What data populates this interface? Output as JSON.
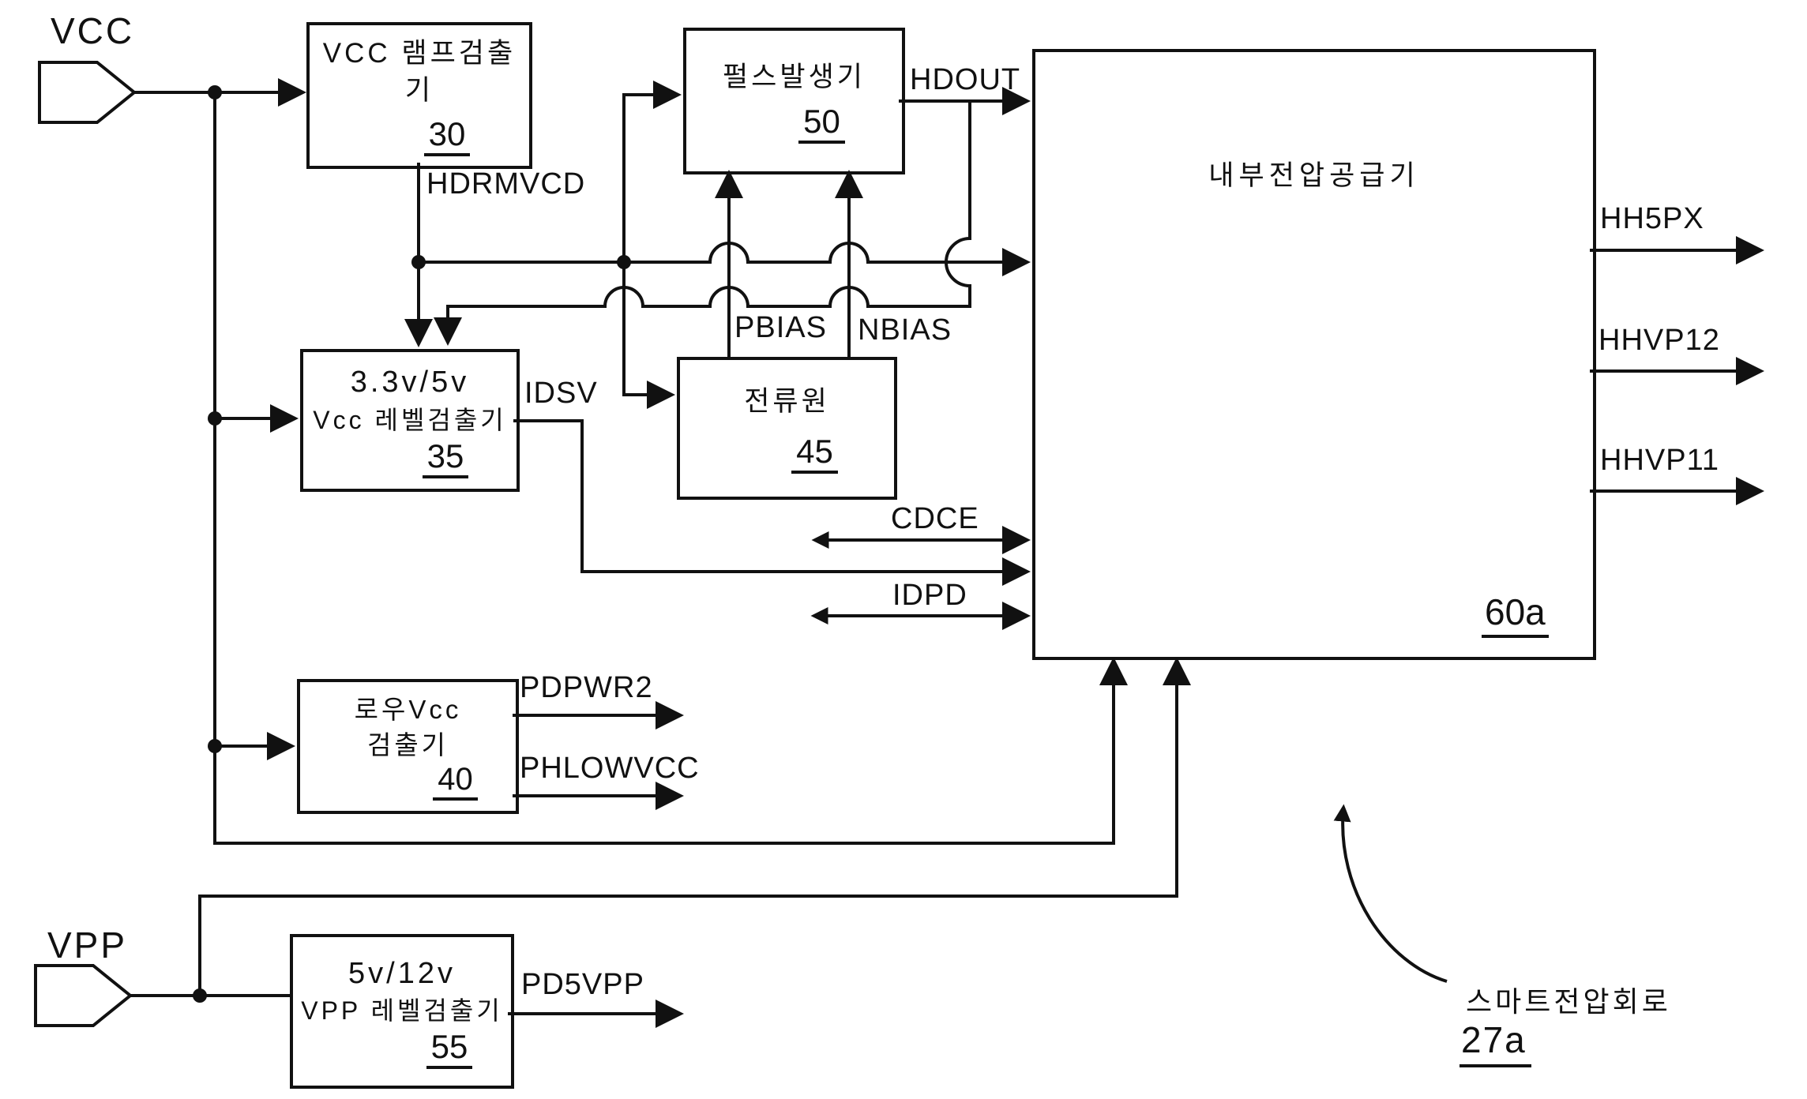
{
  "figure": {
    "background": "#ffffff",
    "ink": "#111111"
  },
  "pads": {
    "vcc": {
      "label": "VCC"
    },
    "vpp": {
      "label": "VPP"
    }
  },
  "blocks": {
    "vcc_ramp_detector": {
      "title": "VCC 램프검출기",
      "ref": "30"
    },
    "pulse_generator": {
      "title": "펄스발생기",
      "ref": "50"
    },
    "vcc_level_detector": {
      "line1": "3.3v/5v",
      "line2": "Vcc 레벨검출기",
      "ref": "35"
    },
    "current_source": {
      "title": "전류원",
      "ref": "45"
    },
    "low_vcc_detector": {
      "line1": "로우Vcc",
      "line2": "검출기",
      "ref": "40"
    },
    "vpp_level_detector": {
      "line1": "5v/12v",
      "line2": "VPP 레벨검출기",
      "ref": "55"
    },
    "internal_voltage_supply": {
      "title": "내부전압공급기",
      "ref": "60a"
    }
  },
  "signals": {
    "hdrmvcd": "HDRMVCD",
    "hdout": "HDOUT",
    "pbias": "PBIAS",
    "nbias": "NBIAS",
    "idsv": "IDSV",
    "cdce": "CDCE",
    "idpd": "IDPD",
    "pdpwr2": "PDPWR2",
    "phlowvcc": "PHLOWVCC",
    "pd5vpp": "PD5VPP",
    "hh5px": "HH5PX",
    "hhvp12": "HHVP12",
    "hhvp11": "HHVP11"
  },
  "annotation": {
    "label": "스마트전압회로",
    "ref": "27a"
  }
}
